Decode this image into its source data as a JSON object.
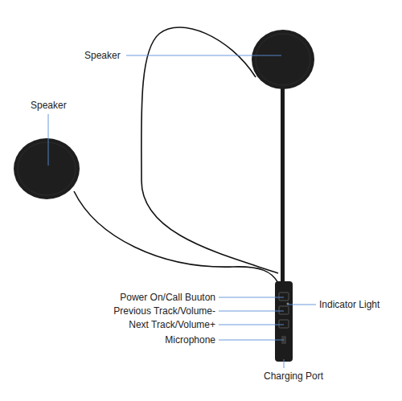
{
  "diagram": {
    "labels": [
      "Speaker",
      "Speaker",
      "Power On/Call Buuton",
      "Previous Track/Volume-",
      "Next Track/Volume+",
      "Microphone",
      "Indicator Light",
      "Charging Port"
    ]
  }
}
